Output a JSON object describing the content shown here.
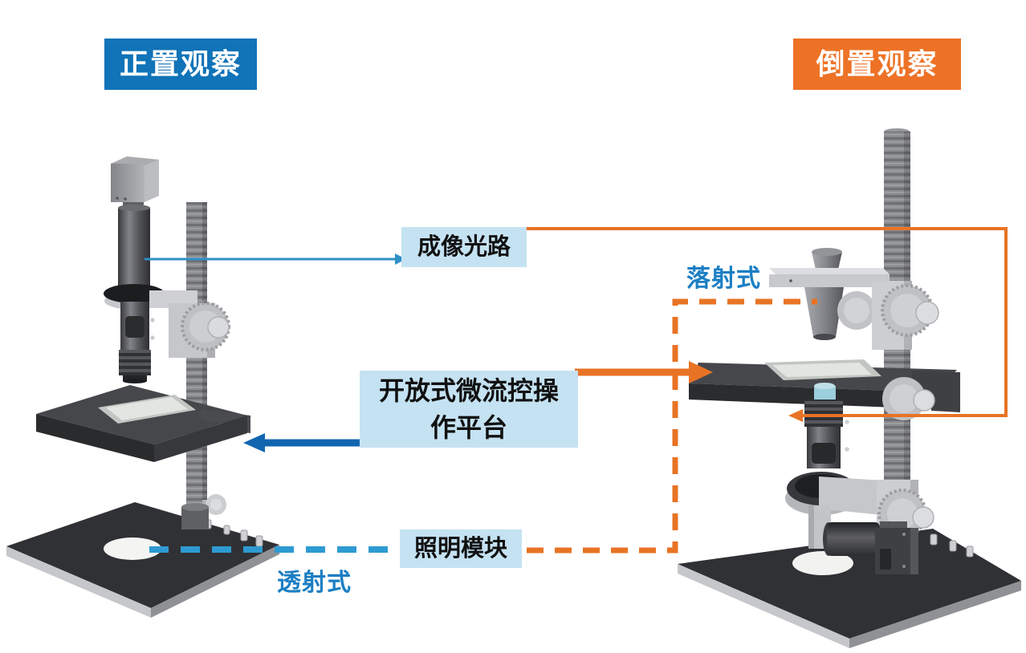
{
  "headers": {
    "left": "正置观察",
    "right": "倒置观察"
  },
  "labels": {
    "imaging_path": "成像光路",
    "platform": "开放式微流控操作平台",
    "illumination": "照明模块",
    "transmitted": "透射式",
    "epi": "落射式"
  },
  "colors": {
    "blue_header_bg": "#1173B8",
    "orange_header_bg": "#ED7226",
    "note_bg": "#C5E2F2",
    "blue_text": "#1B7EC3",
    "thin_blue_line": "#2E90C6",
    "thick_blue_arrow": "#1266AF",
    "dashed_blue_line": "#2E9AD2",
    "orange_line": "#E87325"
  },
  "illustrations": {
    "left": "upright-microscope",
    "right": "inverted-microscope"
  }
}
